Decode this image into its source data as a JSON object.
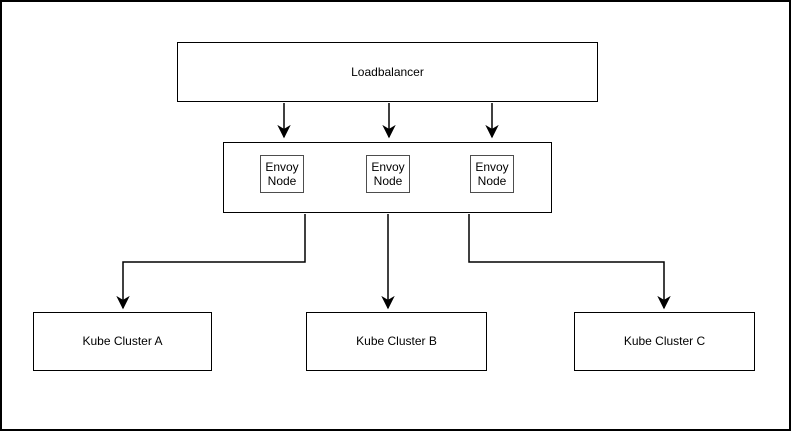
{
  "diagram": {
    "kind": "flow-diagram",
    "colors": {
      "background": "#ffffff",
      "stroke": "#000000",
      "text": "#000000",
      "canvas_border": "#000000"
    },
    "loadbalancer": {
      "label": "Loadbalancer"
    },
    "envoy_group": {
      "nodes": [
        {
          "label": "Envoy Node"
        },
        {
          "label": "Envoy Node"
        },
        {
          "label": "Envoy Node"
        }
      ]
    },
    "clusters": [
      {
        "label": "Kube Cluster A"
      },
      {
        "label": "Kube Cluster B"
      },
      {
        "label": "Kube Cluster C"
      }
    ],
    "edges": [
      {
        "from": "loadbalancer",
        "to": "envoy-group",
        "arrow": "down",
        "lane": "left"
      },
      {
        "from": "loadbalancer",
        "to": "envoy-group",
        "arrow": "down",
        "lane": "middle"
      },
      {
        "from": "loadbalancer",
        "to": "envoy-group",
        "arrow": "down",
        "lane": "right"
      },
      {
        "from": "envoy-group",
        "to": "kube-cluster-a",
        "arrow": "down",
        "shape": "elbow-left"
      },
      {
        "from": "envoy-group",
        "to": "kube-cluster-b",
        "arrow": "down",
        "shape": "straight"
      },
      {
        "from": "envoy-group",
        "to": "kube-cluster-c",
        "arrow": "down",
        "shape": "elbow-right"
      }
    ]
  }
}
